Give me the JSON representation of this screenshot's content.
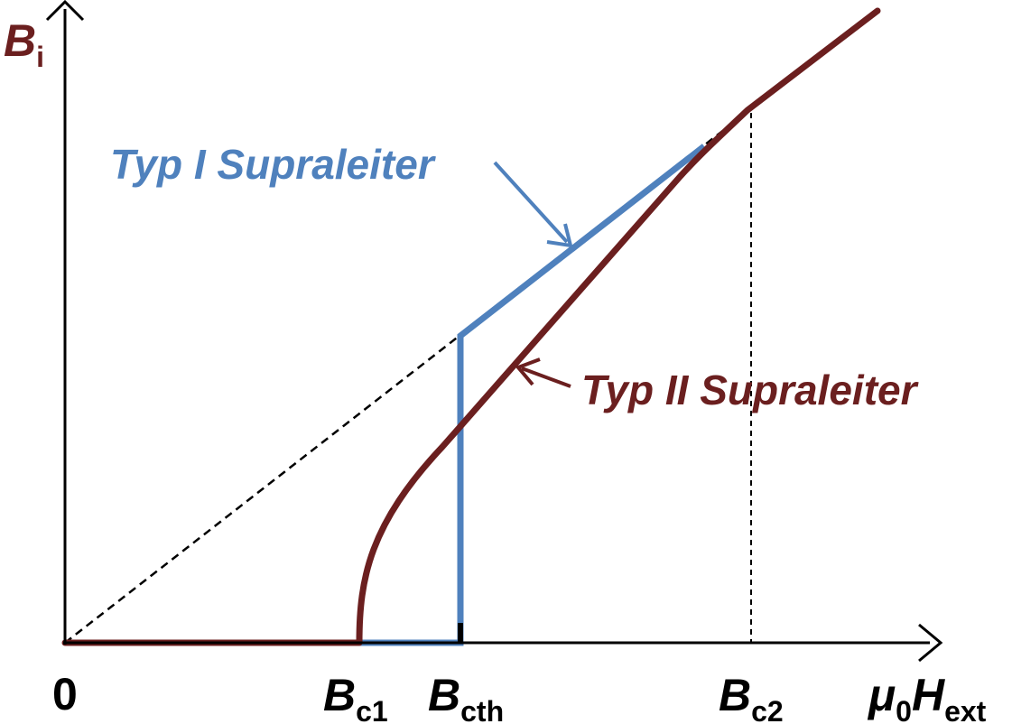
{
  "axes": {
    "y_label": {
      "main": "B",
      "sub": "i"
    },
    "x_label": {
      "main_a": "μ",
      "sub_a": "0",
      "main_b": "H",
      "sub_b": "ext"
    },
    "origin_label": "0"
  },
  "ticks": {
    "bc1": {
      "main": "B",
      "sub": "c1"
    },
    "bcth": {
      "main": "B",
      "sub": "cth"
    },
    "bc2": {
      "main": "B",
      "sub": "c2"
    }
  },
  "curves": {
    "type1": {
      "label": "Typ I Supraleiter",
      "color": "#4f81bd"
    },
    "type2": {
      "label": "Typ II Supraleiter",
      "color": "#6b1f1f"
    },
    "reference_line": {
      "color": "#000000",
      "style": "dashed"
    }
  }
}
